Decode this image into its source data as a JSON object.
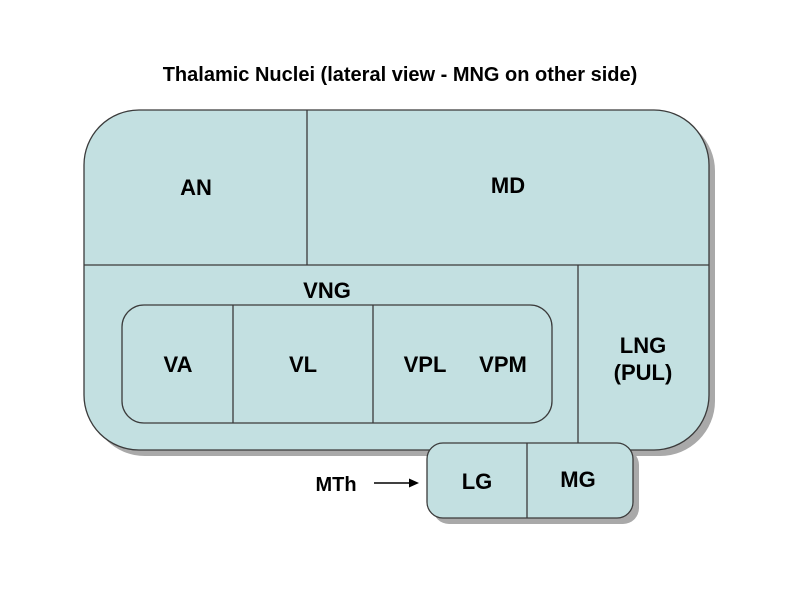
{
  "title": "Thalamic Nuclei (lateral view - MNG on other side)",
  "colors": {
    "background": "#ffffff",
    "fill": "#c3e0e1",
    "line": "#3b3b3b",
    "shadow": "#a9a9a9",
    "text": "#000000"
  },
  "nodes": {
    "an": "AN",
    "md": "MD",
    "vng": "VNG",
    "va": "VA",
    "vl": "VL",
    "vpl": "VPL",
    "vpm": "VPM",
    "lng_line1": "LNG",
    "lng_line2": "(PUL)",
    "lg": "LG",
    "mg": "MG"
  },
  "annotation": {
    "mth": "MTh"
  }
}
